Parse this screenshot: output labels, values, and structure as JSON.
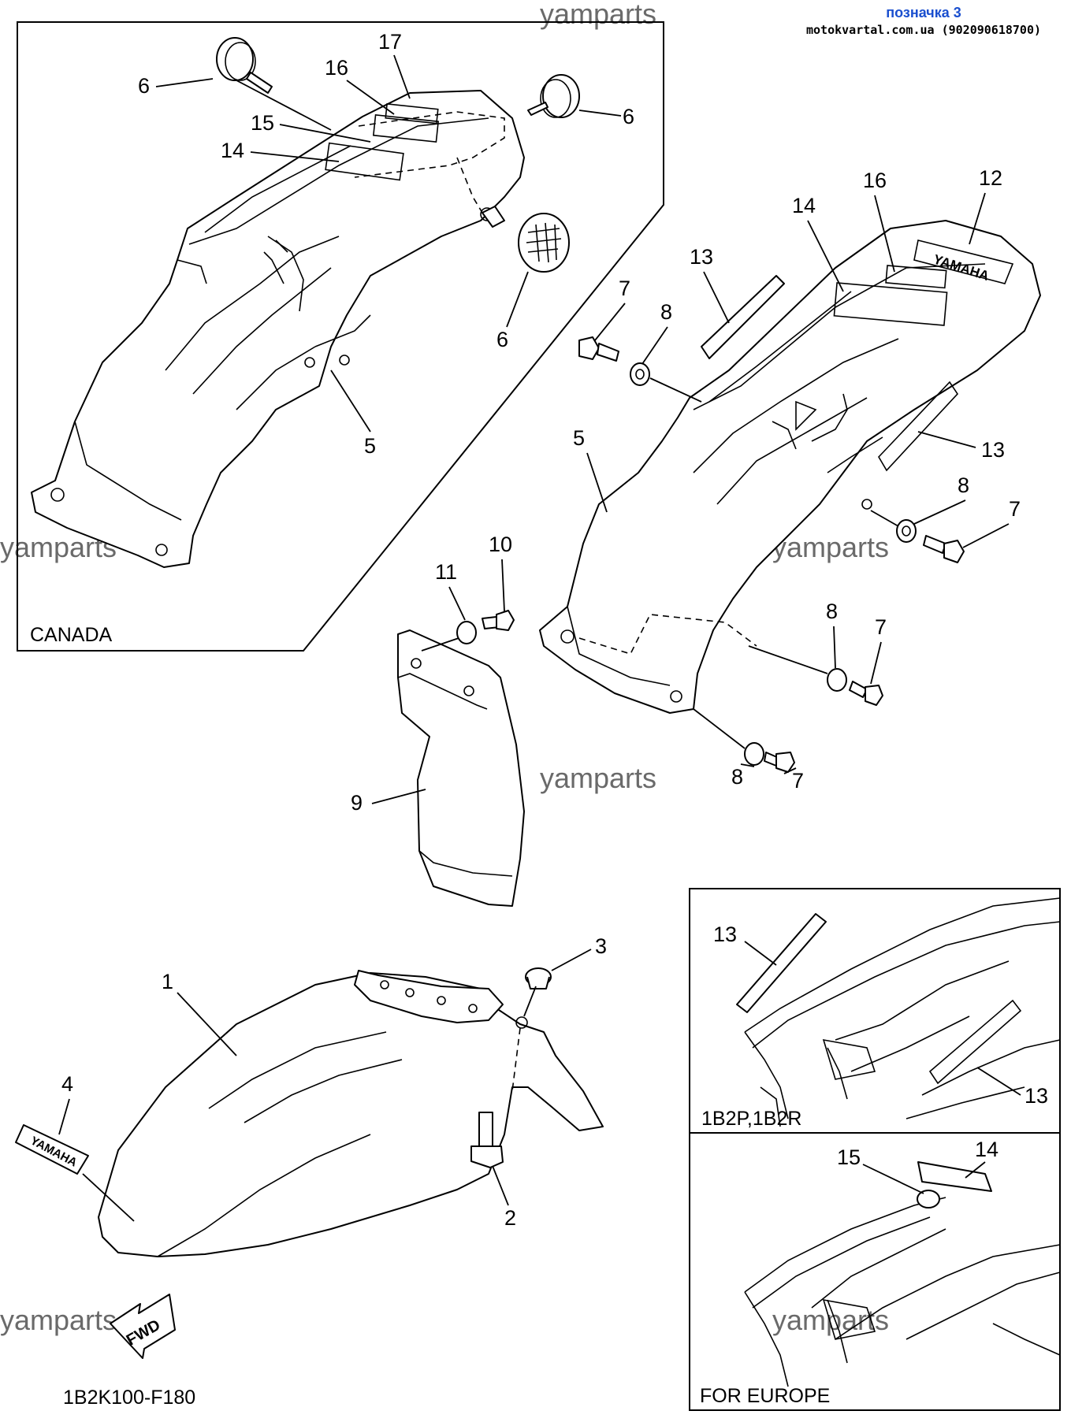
{
  "header": {
    "title": "позначка 3",
    "site": "motokvartal.com.ua (902090618700)"
  },
  "watermark": "yamparts",
  "diagram_code": "1B2K100-F180",
  "fwd_label": "FWD",
  "box_labels": {
    "canada": "CANADA",
    "variant": "1B2P,1B2R",
    "europe": "FOR EUROPE"
  },
  "emblem_text": "YAMAHA",
  "callouts": {
    "c1": "1",
    "c2": "2",
    "c3": "3",
    "c4": "4",
    "c5a": "5",
    "c5b": "5",
    "c6a": "6",
    "c6b": "6",
    "c6c": "6",
    "c7a": "7",
    "c7b": "7",
    "c7c": "7",
    "c7d": "7",
    "c8a": "8",
    "c8b": "8",
    "c8c": "8",
    "c8d": "8",
    "c9": "9",
    "c10": "10",
    "c11": "11",
    "c12": "12",
    "c13a": "13",
    "c13b": "13",
    "c13c": "13",
    "c13d": "13",
    "c14a": "14",
    "c14b": "14",
    "c14c": "14",
    "c15a": "15",
    "c15b": "15",
    "c16a": "16",
    "c16b": "16",
    "c17": "17"
  }
}
